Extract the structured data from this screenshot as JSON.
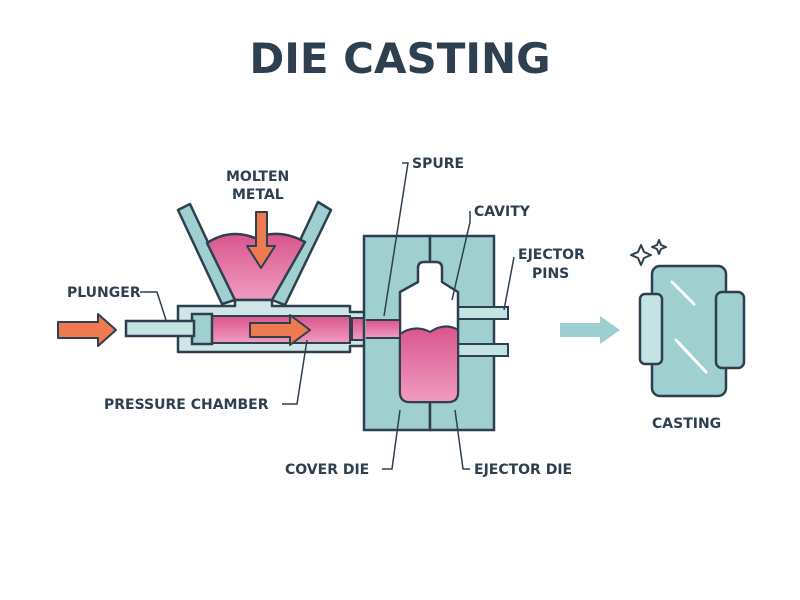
{
  "title": "DIE CASTING",
  "labels": {
    "molten_metal_line1": "MOLTEN",
    "molten_metal_line2": "METAL",
    "spure": "SPURE",
    "cavity": "CAVITY",
    "ejector_pins_line1": "EJECTOR",
    "ejector_pins_line2": "PINS",
    "plunger": "PLUNGER",
    "pressure_chamber": "PRESSURE CHAMBER",
    "cover_die": "COVER DIE",
    "ejector_die": "EJECTOR DIE",
    "casting": "CASTING"
  },
  "colors": {
    "outline": "#2e3f4f",
    "die": "#9fcfcf",
    "die_light": "#c4e4e4",
    "metal": "#e0669a",
    "metal_light": "#f3b0cf",
    "arrow": "#f07a4f",
    "arrow_muted": "#9ecfd0",
    "chamber": "#cfe6e6"
  },
  "icons": [
    "sparkle-icon",
    "push-arrow-icon",
    "flow-arrow-icon",
    "output-arrow-icon"
  ]
}
